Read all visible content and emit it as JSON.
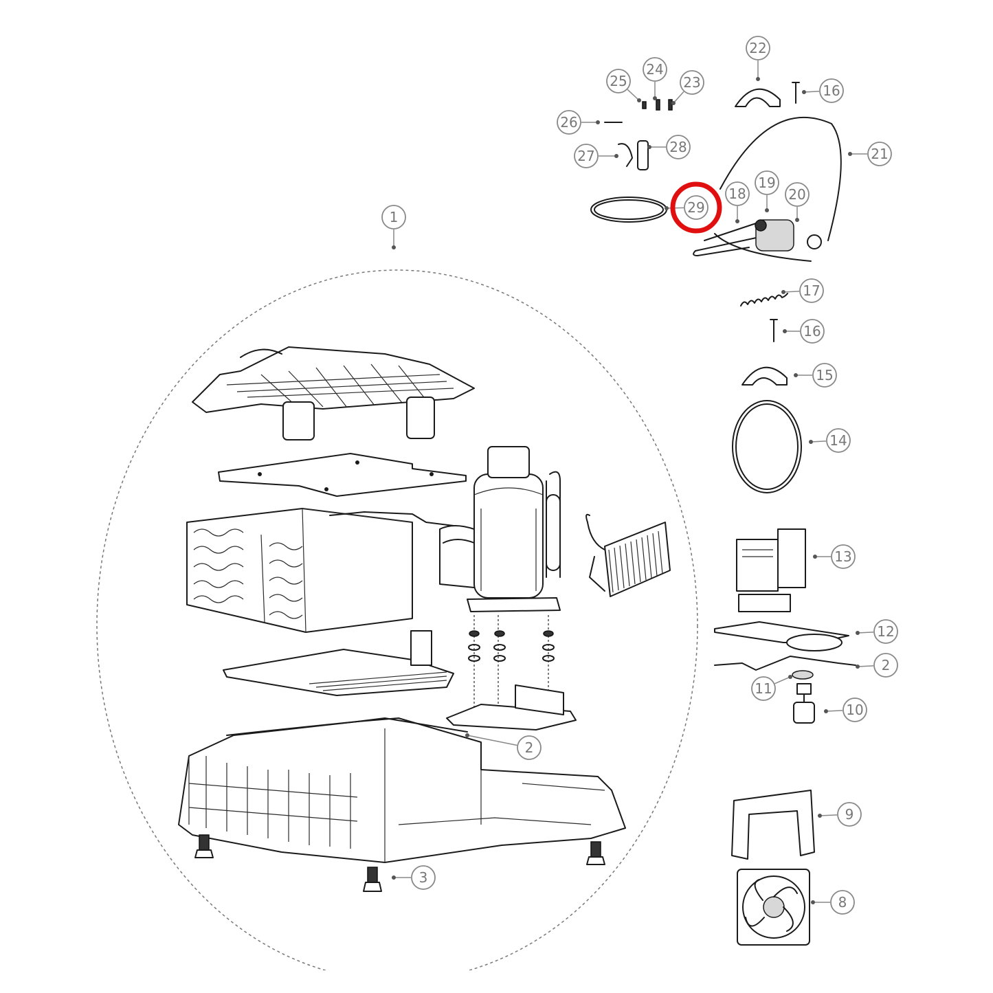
{
  "diagram": {
    "accent_color": "#e01010",
    "callout_color": "#888888",
    "highlighted_callout": "29",
    "callouts": [
      {
        "id": "c1",
        "label": "1"
      },
      {
        "id": "c2a",
        "label": "2"
      },
      {
        "id": "c2b",
        "label": "2"
      },
      {
        "id": "c3",
        "label": "3"
      },
      {
        "id": "c8",
        "label": "8"
      },
      {
        "id": "c9",
        "label": "9"
      },
      {
        "id": "c10",
        "label": "10"
      },
      {
        "id": "c11",
        "label": "11"
      },
      {
        "id": "c12",
        "label": "12"
      },
      {
        "id": "c13",
        "label": "13"
      },
      {
        "id": "c14",
        "label": "14"
      },
      {
        "id": "c15",
        "label": "15"
      },
      {
        "id": "c16a",
        "label": "16"
      },
      {
        "id": "c16b",
        "label": "16"
      },
      {
        "id": "c17",
        "label": "17"
      },
      {
        "id": "c18",
        "label": "18"
      },
      {
        "id": "c19",
        "label": "19"
      },
      {
        "id": "c20",
        "label": "20"
      },
      {
        "id": "c21",
        "label": "21"
      },
      {
        "id": "c22",
        "label": "22"
      },
      {
        "id": "c23",
        "label": "23"
      },
      {
        "id": "c24",
        "label": "24"
      },
      {
        "id": "c25",
        "label": "25"
      },
      {
        "id": "c26",
        "label": "26"
      },
      {
        "id": "c27",
        "label": "27"
      },
      {
        "id": "c28",
        "label": "28"
      },
      {
        "id": "c29",
        "label": "29"
      }
    ]
  }
}
